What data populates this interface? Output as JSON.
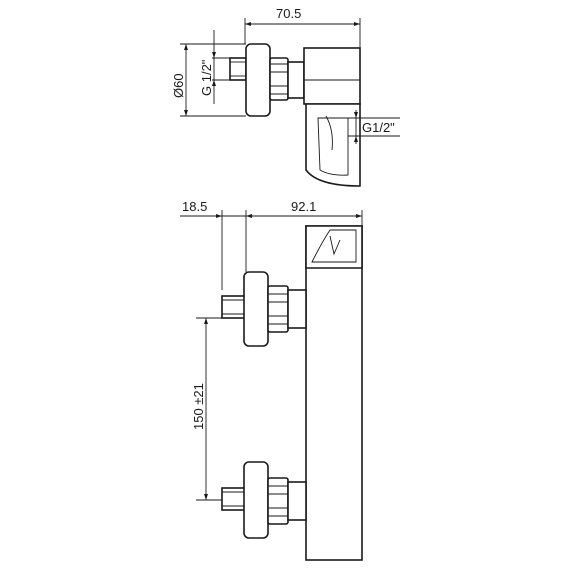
{
  "drawing": {
    "top_view": {
      "width_dim": "70.5",
      "diameter_dim": "Ø60",
      "inlet_thread": "G 1/2\"",
      "outlet_thread": "G1/2\""
    },
    "front_view": {
      "offset_dim": "18.5",
      "depth_dim": "92.1",
      "center_distance_dim": "150 ±21"
    }
  }
}
